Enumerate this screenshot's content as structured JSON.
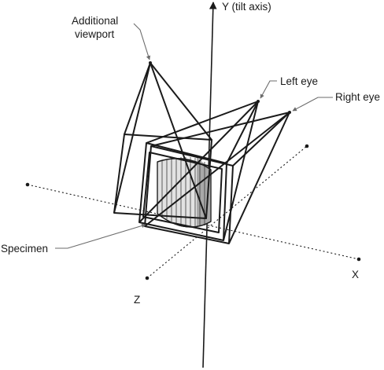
{
  "axes": {
    "y": "Y (tilt axis)",
    "x": "X",
    "z": "Z"
  },
  "callouts": {
    "additional_line1": "Additional",
    "additional_line2": "viewport",
    "left_eye": "Left eye",
    "right_eye": "Right eye",
    "specimen": "Specimen"
  }
}
